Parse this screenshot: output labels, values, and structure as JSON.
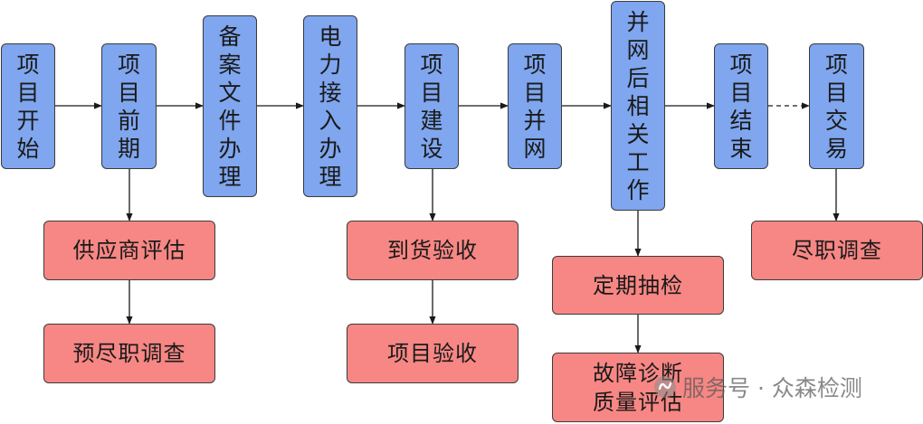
{
  "colors": {
    "stage_fill": "#7fa6ee",
    "activity_fill": "#f78784",
    "border": "#3b3b3b",
    "arrow": "#1a1a1a"
  },
  "stages": [
    {
      "id": "s1",
      "label": "项目开始"
    },
    {
      "id": "s2",
      "label": "项目前期"
    },
    {
      "id": "s3",
      "label": "备案文件办理"
    },
    {
      "id": "s4",
      "label": "电力接入办理"
    },
    {
      "id": "s5",
      "label": "项目建设"
    },
    {
      "id": "s6",
      "label": "项目并网"
    },
    {
      "id": "s7",
      "label": "并网后相关工作"
    },
    {
      "id": "s8",
      "label": "项目结束"
    },
    {
      "id": "s9",
      "label": "项目交易"
    }
  ],
  "activities": [
    {
      "id": "a1",
      "label": "供应商评估"
    },
    {
      "id": "a2",
      "label": "预尽职调查"
    },
    {
      "id": "a3",
      "label": "到货验收"
    },
    {
      "id": "a4",
      "label": "项目验收"
    },
    {
      "id": "a5",
      "label": "定期抽检"
    },
    {
      "id": "a6",
      "label": "故障诊断质量评估"
    },
    {
      "id": "a7",
      "label": "尽职调查"
    }
  ],
  "watermark": {
    "text": "服务号 · 众森检测",
    "icon": "wechat-service-icon"
  }
}
